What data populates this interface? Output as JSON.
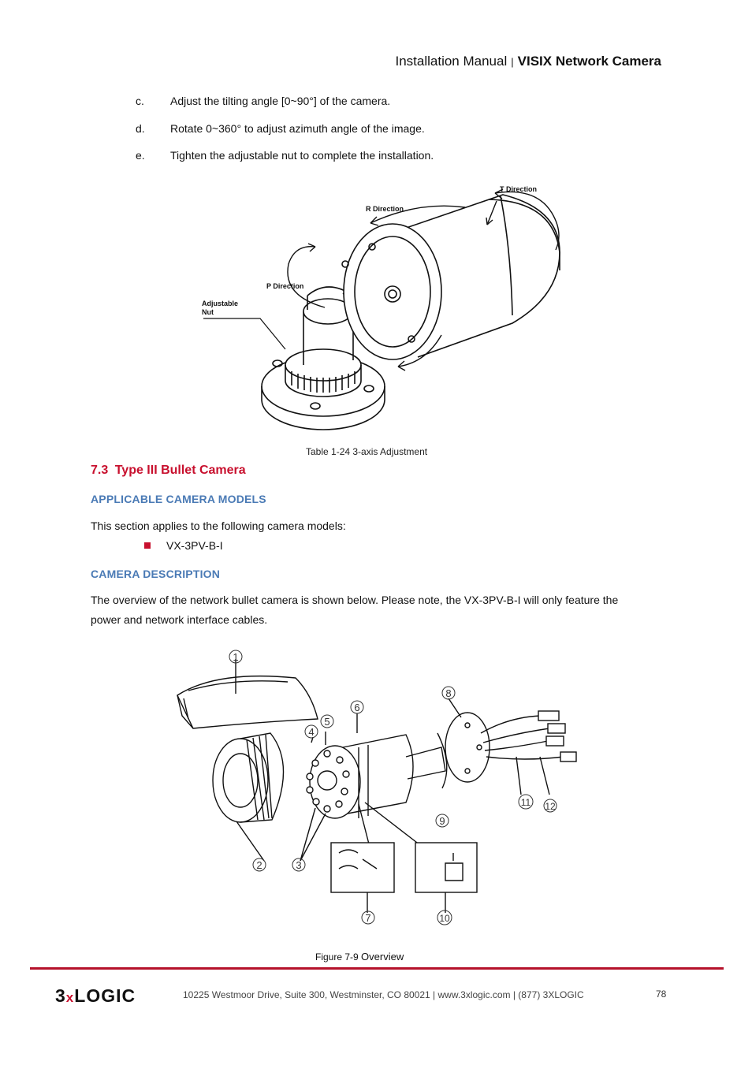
{
  "header": {
    "title": "Installation Manual",
    "separator": "|",
    "product": "VISIX Network Camera"
  },
  "steps": [
    {
      "letter": "c.",
      "text": "Adjust the tilting angle [0~90°] of the camera."
    },
    {
      "letter": "d.",
      "text": "Rotate 0~360° to adjust azimuth angle of the image."
    },
    {
      "letter": "e.",
      "text": "Tighten the adjustable nut to complete the installation."
    }
  ],
  "figure1": {
    "labels": {
      "t_direction": "T Direction",
      "r_direction": "R Direction",
      "p_direction": "P  Direction",
      "adjustable": "Adjustable",
      "nut": "Nut"
    },
    "caption": "Table 1-24 3-axis Adjustment"
  },
  "section": {
    "number": "7.3",
    "title": "Type III Bullet Camera"
  },
  "applicable": {
    "heading": "APPLICABLE CAMERA MODELS",
    "intro": "This section applies to the following camera models:",
    "models": [
      "VX-3PV-B-I"
    ]
  },
  "description": {
    "heading": "CAMERA DESCRIPTION",
    "line1": "The overview of the network bullet camera is shown below. Please note, the VX-3PV-B-I will only feature the",
    "line2": "power and network interface cables."
  },
  "figure2": {
    "callouts": [
      "1",
      "2",
      "3",
      "4",
      "5",
      "6",
      "7",
      "8",
      "9",
      "10",
      "11",
      "12"
    ],
    "caption_prefix": "Figure 7-9",
    "caption_text": "Overview"
  },
  "footer": {
    "logo_prefix": "3",
    "logo_x": "x",
    "logo_suffix": "LOGIC",
    "address": "10225 Westmoor Drive, Suite 300, Westminster, CO 80021 | www.3xlogic.com | (877) 3XLOGIC",
    "page_number": "78"
  },
  "colors": {
    "accent_red": "#c8102e",
    "heading_blue": "#4a7ab5",
    "rule": "#b5122b"
  }
}
